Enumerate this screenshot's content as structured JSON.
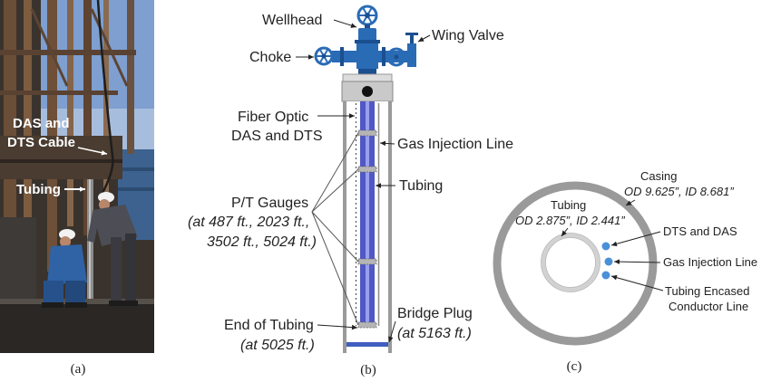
{
  "figure": {
    "panel_a": {
      "cable_label_line1": "DAS and",
      "cable_label_line2": "DTS Cable",
      "tubing_label": "Tubing",
      "caption": "(a)"
    },
    "panel_b": {
      "wellhead": "Wellhead",
      "wing_valve": "Wing Valve",
      "choke": "Choke",
      "fiber_line1": "Fiber Optic",
      "fiber_line2": "DAS and DTS",
      "gas_injection_line": "Gas Injection Line",
      "tubing": "Tubing",
      "gauges_title": "P/T Gauges",
      "gauges_depths_line1": "(at 487 ft., 2023 ft.,",
      "gauges_depths_line2": "3502 ft., 5024 ft.)",
      "end_of_tubing": "End of Tubing",
      "end_of_tubing_depth": "(at 5025 ft.)",
      "bridge_plug": "Bridge Plug",
      "bridge_plug_depth": "(at 5163 ft.)",
      "caption": "(b)"
    },
    "panel_c": {
      "casing": "Casing",
      "casing_dims": "OD 9.625”, ID 8.681”",
      "tubing": "Tubing",
      "tubing_dims": "OD 2.875”, ID 2.441”",
      "dts_das": "DTS and DAS",
      "gas_injection_line": "Gas Injection Line",
      "conductor_line1": "Tubing Encased",
      "conductor_line2": "Conductor Line",
      "caption": "(c)"
    }
  },
  "colors": {
    "valve_blue": "#2a6bb5",
    "valve_dark": "#1b4f8f",
    "tubing_blue": "#5058c4",
    "tubing_light": "#9aa0ee",
    "casing_gray": "#9a9a9a",
    "sensor_dot_blue": "#4a90d9",
    "bridge_plug_blue": "#3f5fc0"
  }
}
